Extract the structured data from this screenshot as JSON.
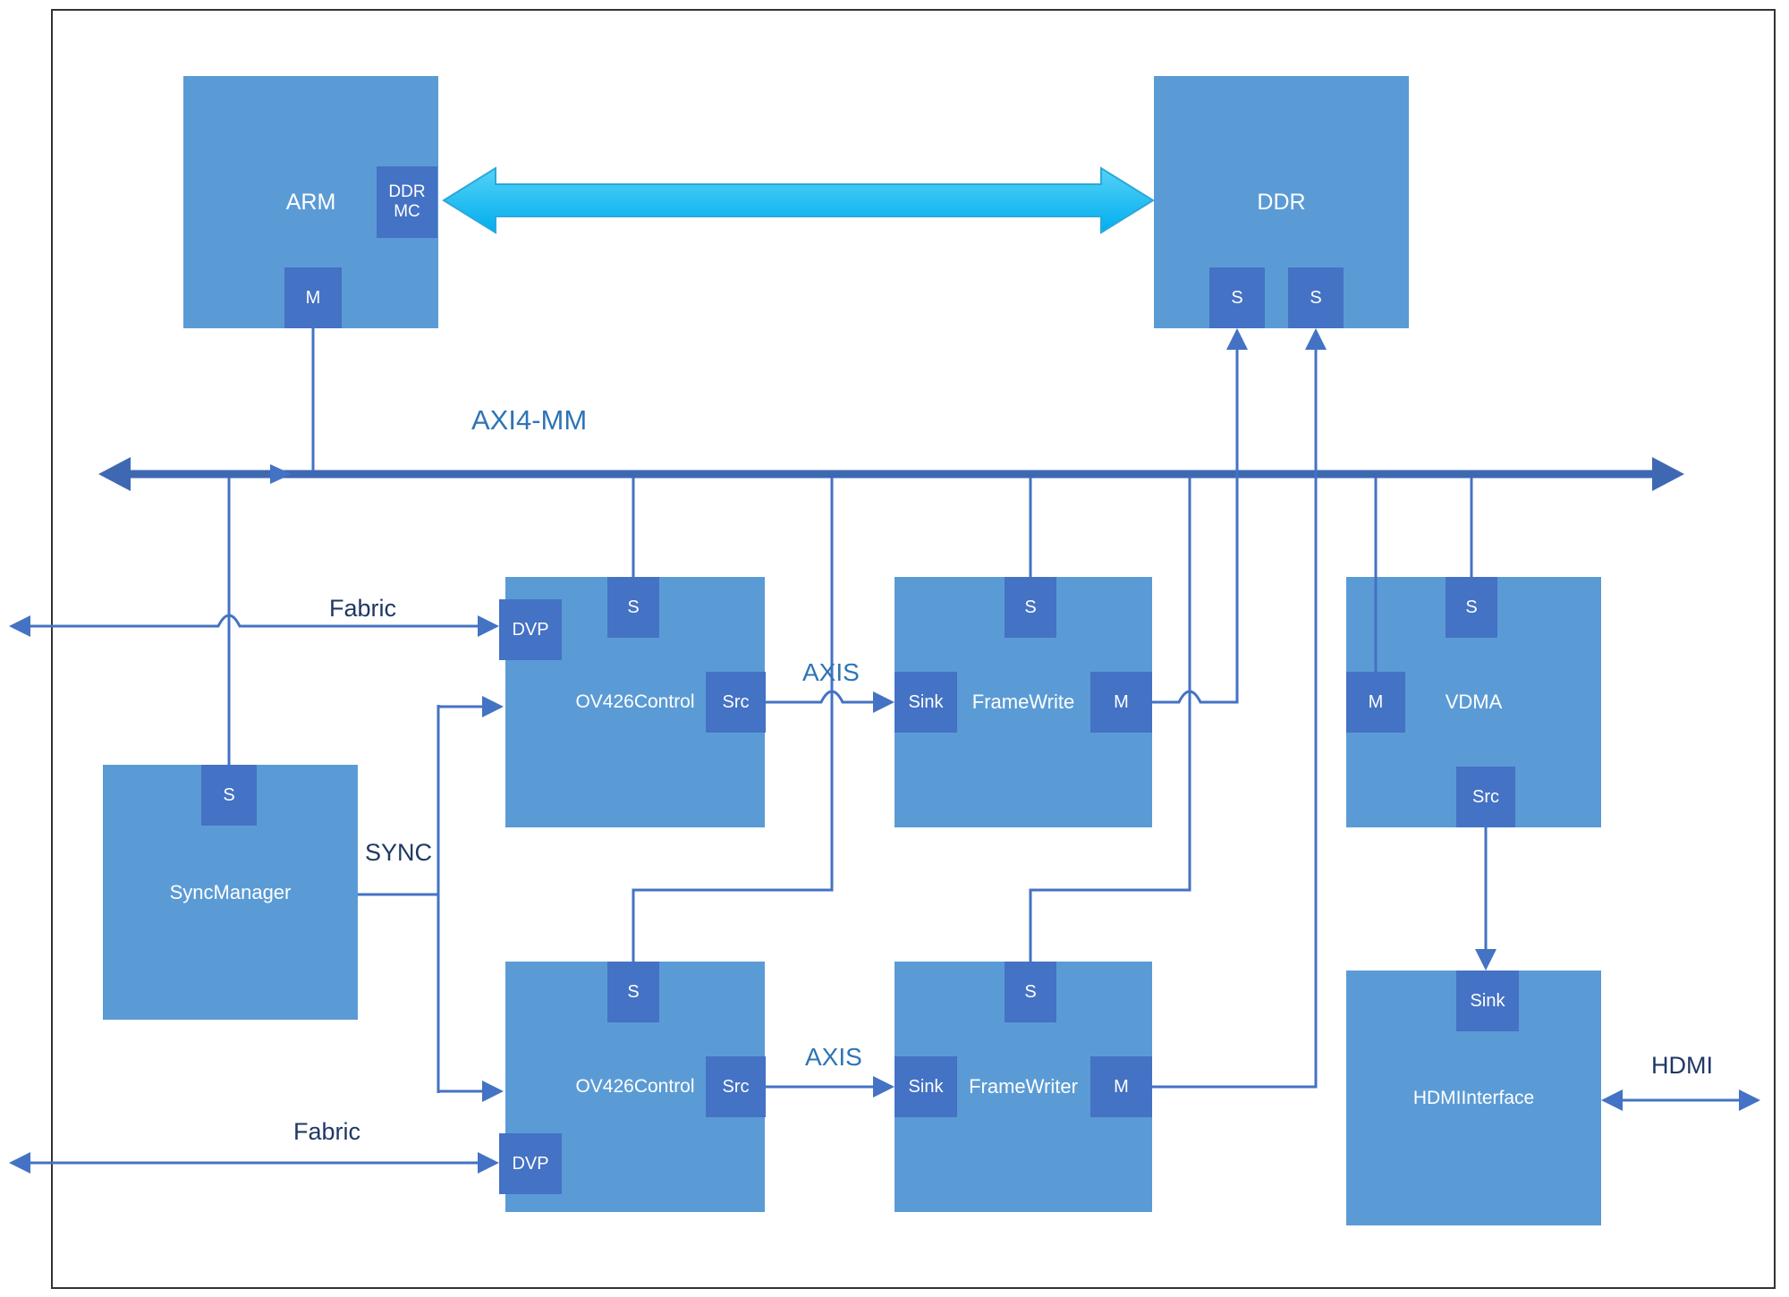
{
  "colors": {
    "block": "#5B9BD5",
    "port": "#4472C4",
    "wire": "#4472C4",
    "bus": "#3E68B2",
    "cyan": "#00AEEF",
    "cyan_light": "#55D2F5",
    "cyan_stroke": "#2BA7DB",
    "label_bright": "#2E74B5",
    "label_dark": "#1F3864",
    "border": "#333333",
    "bg": "#FFFFFF"
  },
  "blocks": {
    "arm": {
      "label": "ARM",
      "ports": {
        "ddr_mc": "DDR MC",
        "m": "M"
      }
    },
    "ddr": {
      "label": "DDR",
      "ports": {
        "s1": "S",
        "s2": "S"
      }
    },
    "sync_manager": {
      "label": "SyncManager",
      "ports": {
        "s": "S"
      }
    },
    "ov426_top": {
      "label": "OV426Control",
      "ports": {
        "dvp": "DVP",
        "s": "S",
        "src": "Src"
      }
    },
    "framewrite_top": {
      "label": "FrameWrite",
      "ports": {
        "sink": "Sink",
        "s": "S",
        "m": "M"
      }
    },
    "vdma": {
      "label": "VDMA",
      "ports": {
        "s": "S",
        "m": "M",
        "src": "Src"
      }
    },
    "ov426_bottom": {
      "label": "OV426Control",
      "ports": {
        "s": "S",
        "src": "Src",
        "dvp": "DVP"
      }
    },
    "framewriter_bottom": {
      "label": "FrameWriter",
      "ports": {
        "sink": "Sink",
        "s": "S",
        "m": "M"
      }
    },
    "hdmi_interface": {
      "label": "HDMIInterface",
      "ports": {
        "sink": "Sink"
      }
    }
  },
  "labels": {
    "axi4_mm": "AXI4-MM",
    "fabric_top": "Fabric",
    "fabric_bottom": "Fabric",
    "sync": "SYNC",
    "axis_top": "AXIS",
    "axis_bottom": "AXIS",
    "hdmi": "HDMI"
  }
}
